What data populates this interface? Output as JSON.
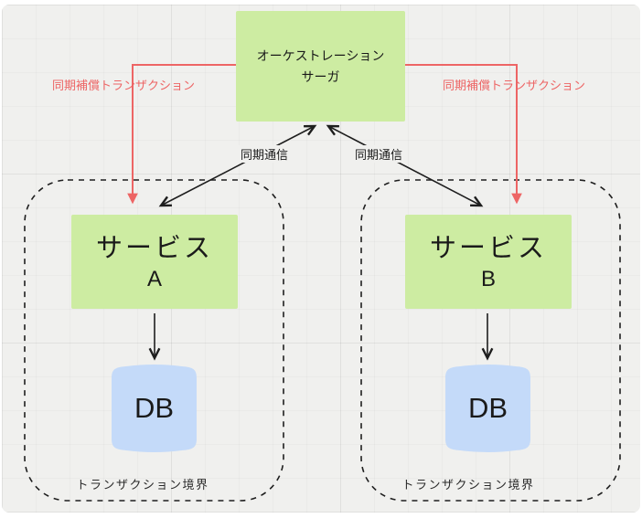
{
  "diagram": {
    "nodes": {
      "orchestrator": {
        "line1": "オーケストレーション",
        "line2": "サーガ"
      },
      "service_a": {
        "title": "サービス",
        "letter": "A"
      },
      "service_b": {
        "title": "サービス",
        "letter": "B"
      },
      "db_a": {
        "label": "DB"
      },
      "db_b": {
        "label": "DB"
      }
    },
    "labels": {
      "compensation_left": "同期補償トランザクション",
      "compensation_right": "同期補償トランザクション",
      "sync_left": "同期通信",
      "sync_right": "同期通信",
      "boundary_a": "トランザクション境界",
      "boundary_b": "トランザクション境界"
    },
    "colors": {
      "canvas_bg": "#f0f0ee",
      "node_green": "#cdeca2",
      "db_blue": "#c4daf9",
      "red_accent": "#ed6565",
      "line_black": "#1e1e1e",
      "text_dark": "#1a1a1a"
    }
  }
}
